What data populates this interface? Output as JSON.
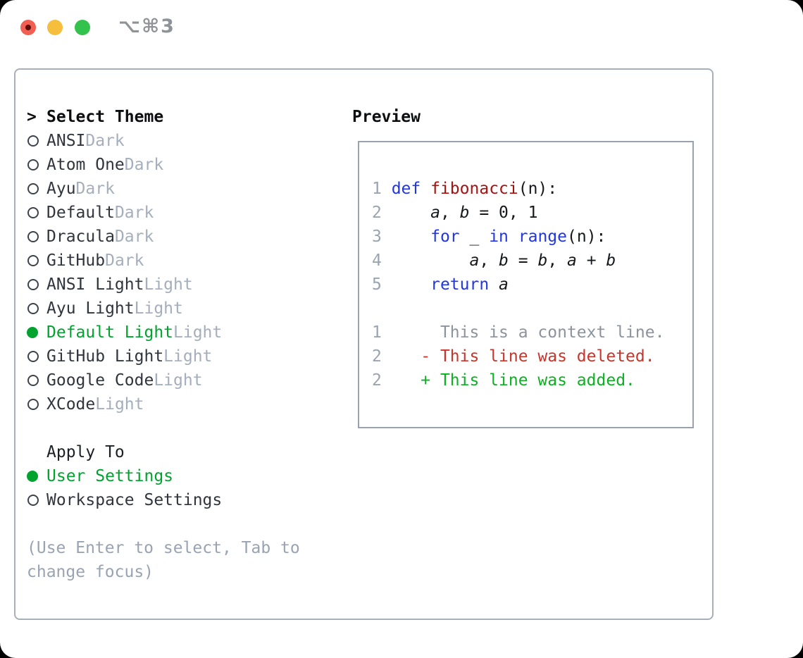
{
  "window": {
    "hotkey_label": "⌥⌘3"
  },
  "colors": {
    "traffic_red": "#f15e52",
    "traffic_yellow": "#f5bf3d",
    "traffic_green": "#33c24b",
    "selection_green": "#00a32e",
    "keyword_blue": "#2136e4",
    "function_red": "#a41310",
    "diff_deleted_red": "#c8352a",
    "diff_added_green": "#0cb022",
    "muted_gray": "#a4aebc"
  },
  "theme_picker": {
    "prompt": ">",
    "title": "Select Theme",
    "themes": [
      {
        "name": "ANSI",
        "tag": "Dark",
        "selected": false
      },
      {
        "name": "Atom One",
        "tag": "Dark",
        "selected": false
      },
      {
        "name": "Ayu",
        "tag": "Dark",
        "selected": false
      },
      {
        "name": "Default",
        "tag": "Dark",
        "selected": false
      },
      {
        "name": "Dracula",
        "tag": "Dark",
        "selected": false
      },
      {
        "name": "GitHub",
        "tag": "Dark",
        "selected": false
      },
      {
        "name": "ANSI Light",
        "tag": "Light",
        "selected": false
      },
      {
        "name": "Ayu Light",
        "tag": "Light",
        "selected": false
      },
      {
        "name": "Default Light",
        "tag": "Light",
        "selected": true
      },
      {
        "name": "GitHub Light",
        "tag": "Light",
        "selected": false
      },
      {
        "name": "Google Code",
        "tag": "Light",
        "selected": false
      },
      {
        "name": "XCode",
        "tag": "Light",
        "selected": false
      }
    ],
    "apply_to": {
      "title": "Apply To",
      "options": [
        {
          "name": "User Settings",
          "selected": true
        },
        {
          "name": "Workspace Settings",
          "selected": false
        }
      ]
    },
    "hint_line1": "(Use Enter to select, Tab to",
    "hint_line2": "change focus)"
  },
  "preview": {
    "title": "Preview",
    "lines": [
      {
        "num": "1",
        "kind": "code",
        "tokens": [
          [
            "k",
            "def"
          ],
          [
            "p",
            " "
          ],
          [
            "f",
            "fibonacci"
          ],
          [
            "p",
            "(n):"
          ]
        ]
      },
      {
        "num": "2",
        "kind": "code",
        "tokens": [
          [
            "p",
            "    "
          ],
          [
            "v",
            "a"
          ],
          [
            "p",
            ", "
          ],
          [
            "v",
            "b"
          ],
          [
            "p",
            " = 0, 1"
          ]
        ]
      },
      {
        "num": "3",
        "kind": "code",
        "tokens": [
          [
            "p",
            "    "
          ],
          [
            "k",
            "for"
          ],
          [
            "p",
            " _ "
          ],
          [
            "k",
            "in"
          ],
          [
            "p",
            " "
          ],
          [
            "k",
            "range"
          ],
          [
            "p",
            "(n):"
          ]
        ]
      },
      {
        "num": "4",
        "kind": "code",
        "tokens": [
          [
            "p",
            "        "
          ],
          [
            "v",
            "a"
          ],
          [
            "p",
            ", "
          ],
          [
            "v",
            "b"
          ],
          [
            "p",
            " = "
          ],
          [
            "v",
            "b"
          ],
          [
            "p",
            ", "
          ],
          [
            "v",
            "a"
          ],
          [
            "p",
            " + "
          ],
          [
            "v",
            "b"
          ]
        ]
      },
      {
        "num": "5",
        "kind": "code",
        "tokens": [
          [
            "p",
            "    "
          ],
          [
            "k",
            "return"
          ],
          [
            "p",
            " "
          ],
          [
            "v",
            "a"
          ]
        ]
      },
      {
        "num": "",
        "kind": "blank",
        "tokens": []
      },
      {
        "num": "1",
        "kind": "diff-context",
        "tokens": [
          [
            "c",
            "     This is a context line."
          ]
        ]
      },
      {
        "num": "2",
        "kind": "diff-deleted",
        "tokens": [
          [
            "d",
            "   - This line was deleted."
          ]
        ]
      },
      {
        "num": "2",
        "kind": "diff-added",
        "tokens": [
          [
            "a",
            "   + This line was added."
          ]
        ]
      }
    ]
  }
}
